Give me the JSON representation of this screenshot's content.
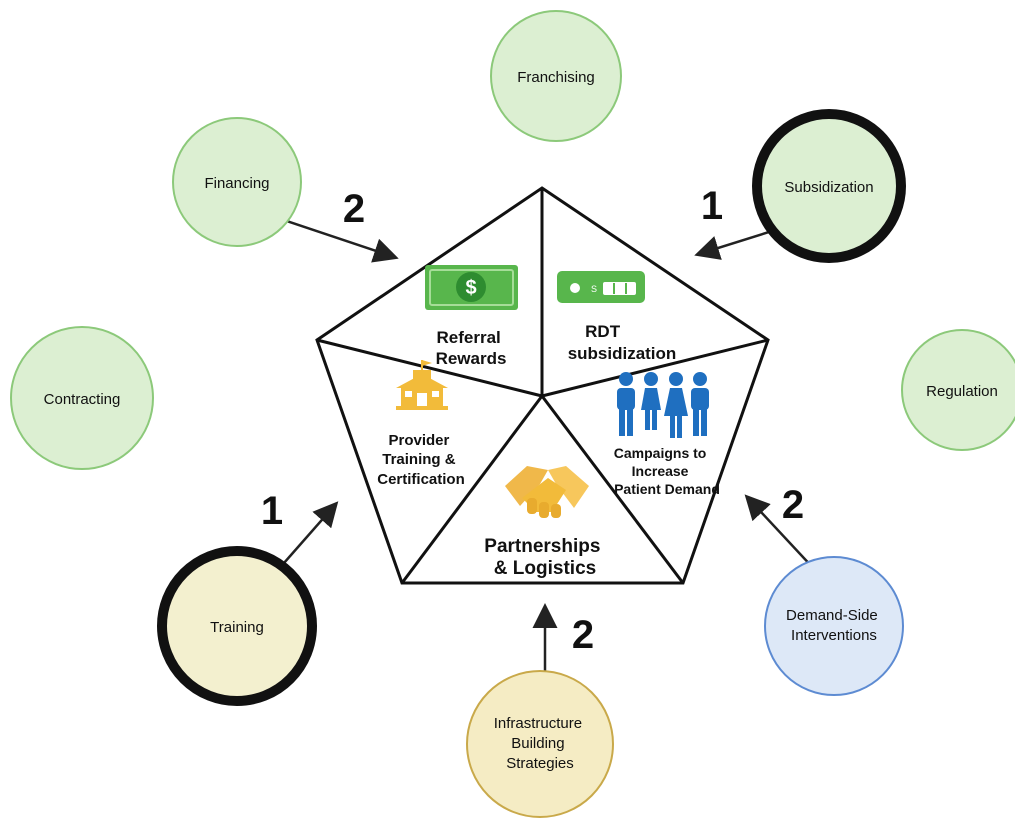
{
  "strategies": {
    "franchising": "Franchising",
    "financing": "Financing",
    "subsidization": "Subsidization",
    "contracting": "Contracting",
    "regulation": "Regulation",
    "training": "Training",
    "demand_side": [
      "Demand-Side",
      "Interventions"
    ],
    "infrastructure": [
      "Infrastructure",
      "Building",
      "Strategies"
    ]
  },
  "segments": {
    "referral_rewards": [
      "Referral",
      "Rewards"
    ],
    "rdt_subsidization": [
      "RDT",
      "subsidization"
    ],
    "provider_training": [
      "Provider",
      "Training &",
      "Certification"
    ],
    "campaigns": [
      "Campaigns to",
      "Increase",
      "Patient Demand"
    ],
    "partnerships": [
      "Partnerships",
      "& Logistics"
    ]
  },
  "arrow_numbers": {
    "financing": "2",
    "subsidization": "1",
    "training": "1",
    "demand_side": "2",
    "infrastructure": "2"
  },
  "colors": {
    "green_fill": "#dcefd2",
    "green_stroke": "#8cc97a",
    "yellow_fill": "#f3f0cf",
    "blue_fill": "#dde8f7",
    "blue_stroke": "#5d8bd2",
    "gold_fill": "#f5ecc4",
    "gold_stroke": "#c9a94a",
    "money_green": "#58b64c",
    "icon_gold": "#f2bb3a",
    "people_blue": "#1f6fc0"
  }
}
